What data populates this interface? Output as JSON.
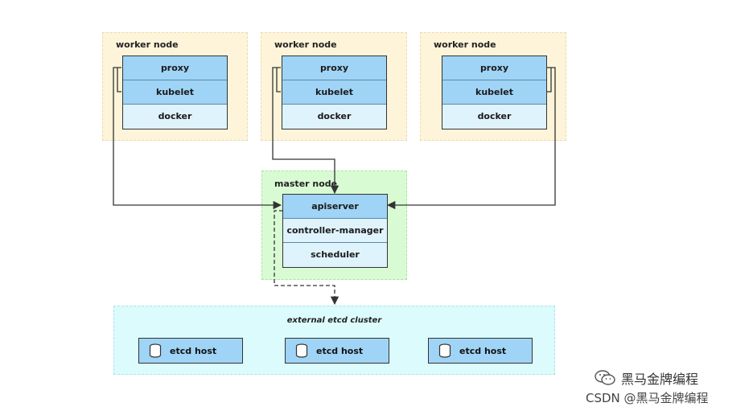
{
  "workers": [
    {
      "title": "worker node",
      "components": [
        "proxy",
        "kubelet",
        "docker"
      ]
    },
    {
      "title": "worker node",
      "components": [
        "proxy",
        "kubelet",
        "docker"
      ]
    },
    {
      "title": "worker node",
      "components": [
        "proxy",
        "kubelet",
        "docker"
      ]
    }
  ],
  "master": {
    "title": "master node",
    "components": [
      "apiserver",
      "controller-manager",
      "scheduler"
    ]
  },
  "etcd": {
    "title": "external etcd cluster",
    "hosts": [
      "etcd host",
      "etcd host",
      "etcd host"
    ]
  },
  "watermark": {
    "line1": "黑马金牌编程",
    "line2": "CSDN @黑马金牌编程"
  },
  "colors": {
    "worker_bg": "#fdf4d9",
    "master_bg": "#d9fbd4",
    "etcd_bg": "#dcfbfd",
    "component_blue": "#9fd4f6",
    "component_light": "#dff3fd"
  }
}
